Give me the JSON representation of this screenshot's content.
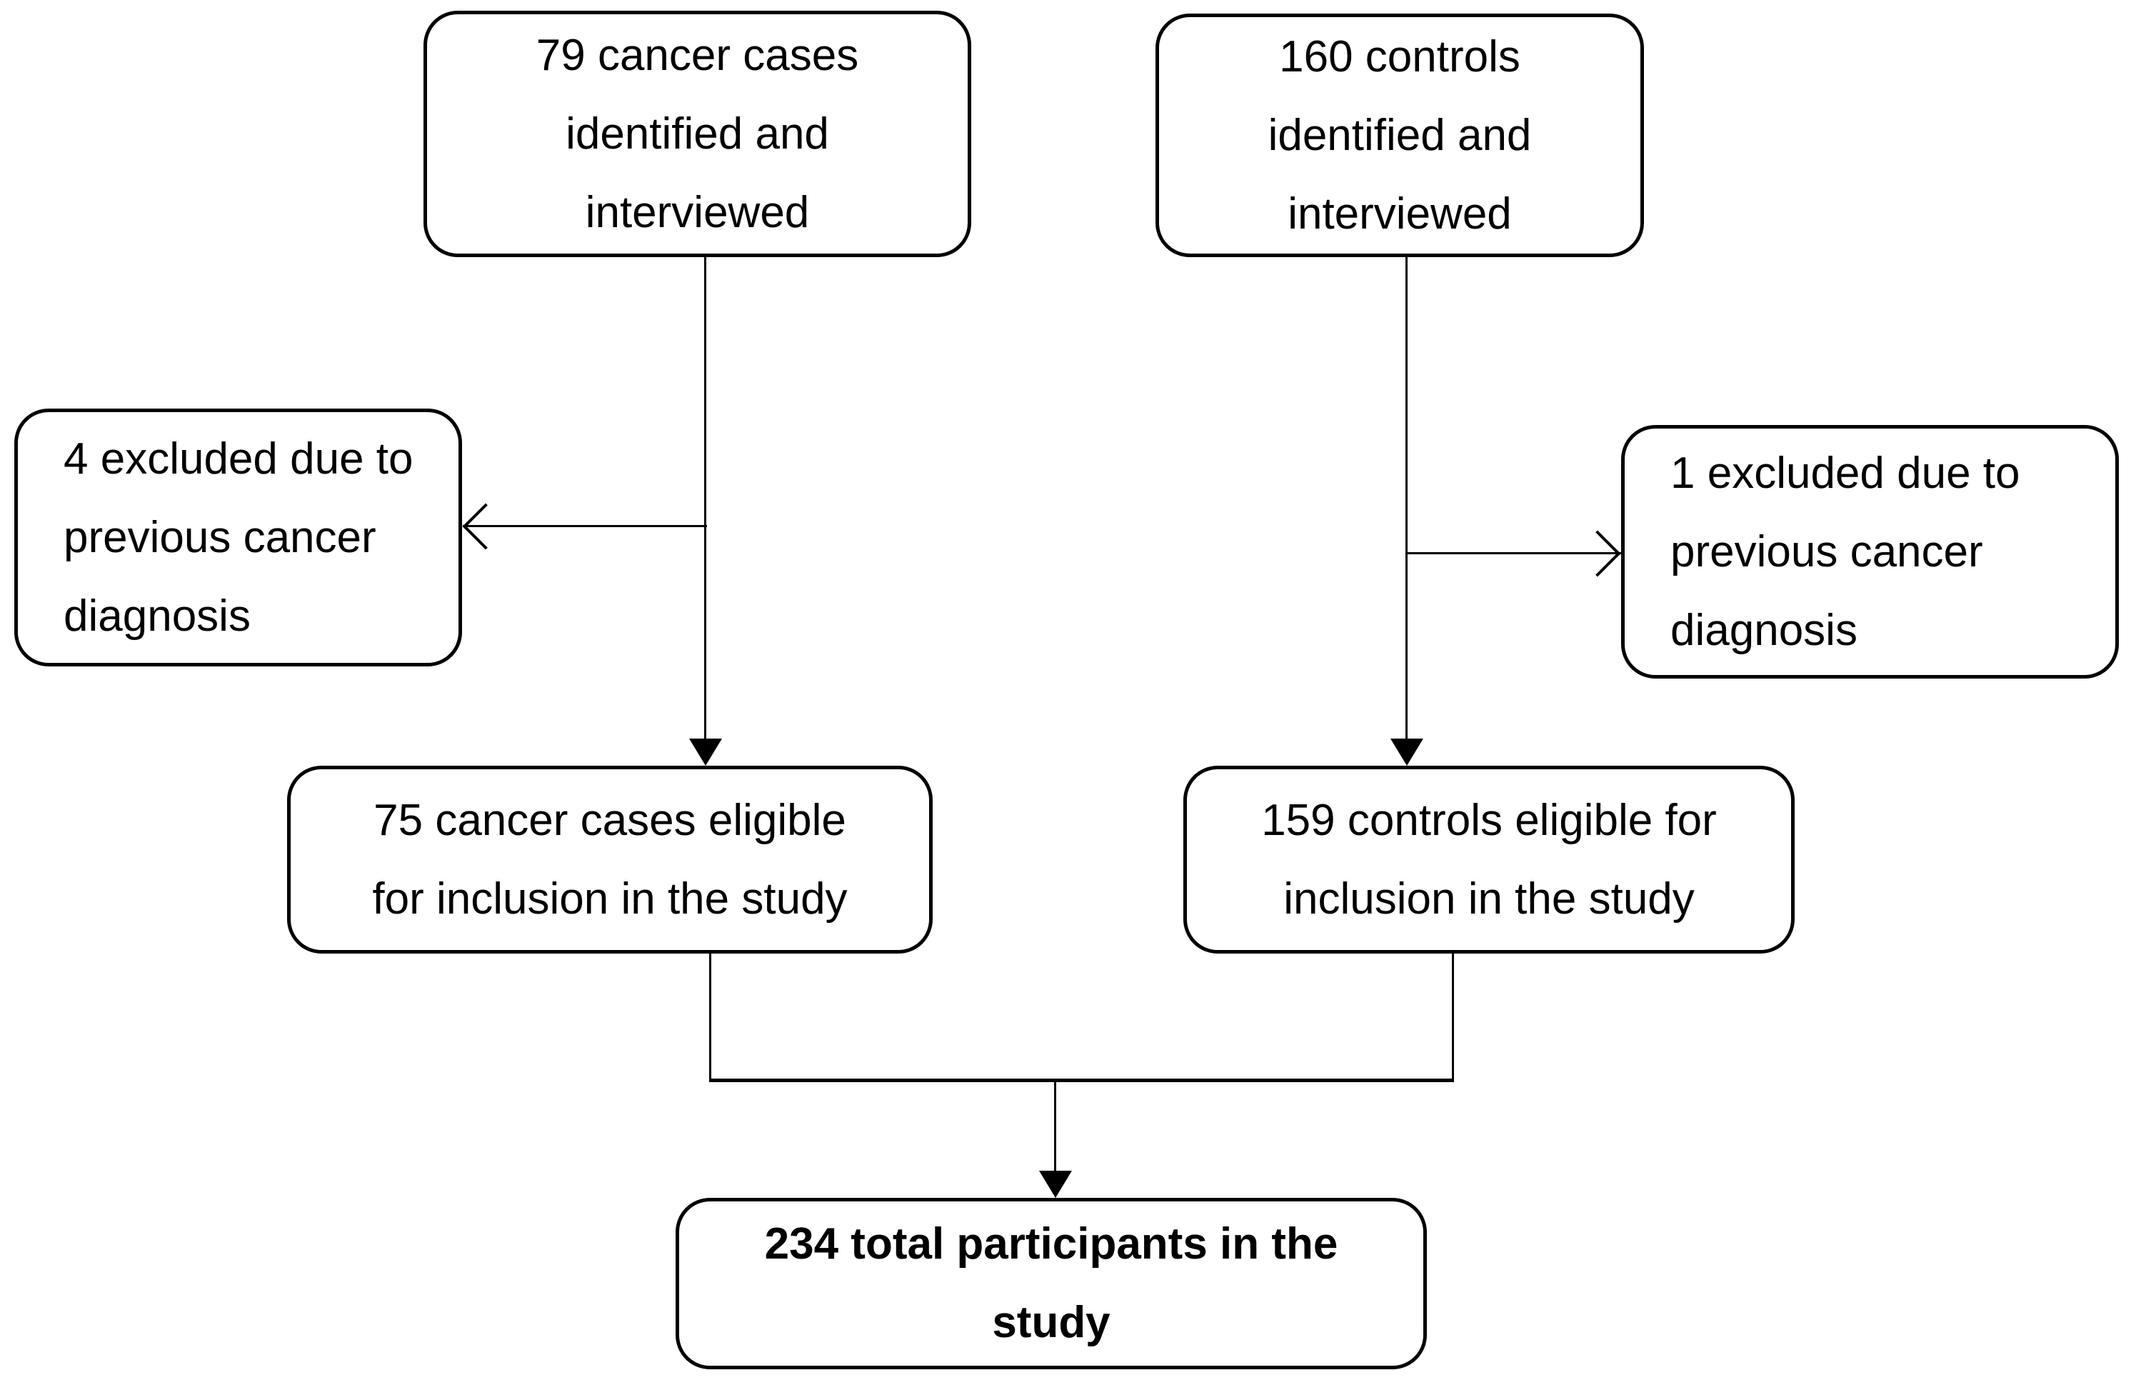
{
  "diagram": {
    "type": "flowchart",
    "background_color": "#ffffff",
    "line_color": "#000000",
    "text_color": "#000000",
    "nodes": {
      "cases_identified": {
        "lines": [
          "79 cancer cases",
          "identified and",
          "interviewed"
        ]
      },
      "controls_identified": {
        "lines": [
          "160 controls",
          "identified and",
          "interviewed"
        ]
      },
      "cases_excluded": {
        "lines": [
          "4 excluded due to",
          "previous cancer",
          "diagnosis"
        ]
      },
      "controls_excluded": {
        "lines": [
          "1 excluded due to",
          "previous cancer",
          "diagnosis"
        ]
      },
      "cases_eligible": {
        "lines": [
          "75 cancer cases eligible",
          "for inclusion in the study"
        ]
      },
      "controls_eligible": {
        "lines": [
          "159 controls eligible for",
          "inclusion in the study"
        ]
      },
      "total_participants": {
        "lines": [
          "234 total participants in the",
          "study"
        ]
      }
    },
    "edges": [
      {
        "from": "cases_identified",
        "to": "cases_eligible",
        "style": "solid-arrow"
      },
      {
        "from": "cases_identified",
        "to": "cases_excluded",
        "style": "chevron-arrow"
      },
      {
        "from": "controls_identified",
        "to": "controls_eligible",
        "style": "solid-arrow"
      },
      {
        "from": "controls_identified",
        "to": "controls_excluded",
        "style": "chevron-arrow"
      },
      {
        "from": "cases_eligible",
        "to": "total_participants",
        "style": "solid-arrow"
      },
      {
        "from": "controls_eligible",
        "to": "total_participants",
        "style": "solid-arrow"
      }
    ]
  }
}
